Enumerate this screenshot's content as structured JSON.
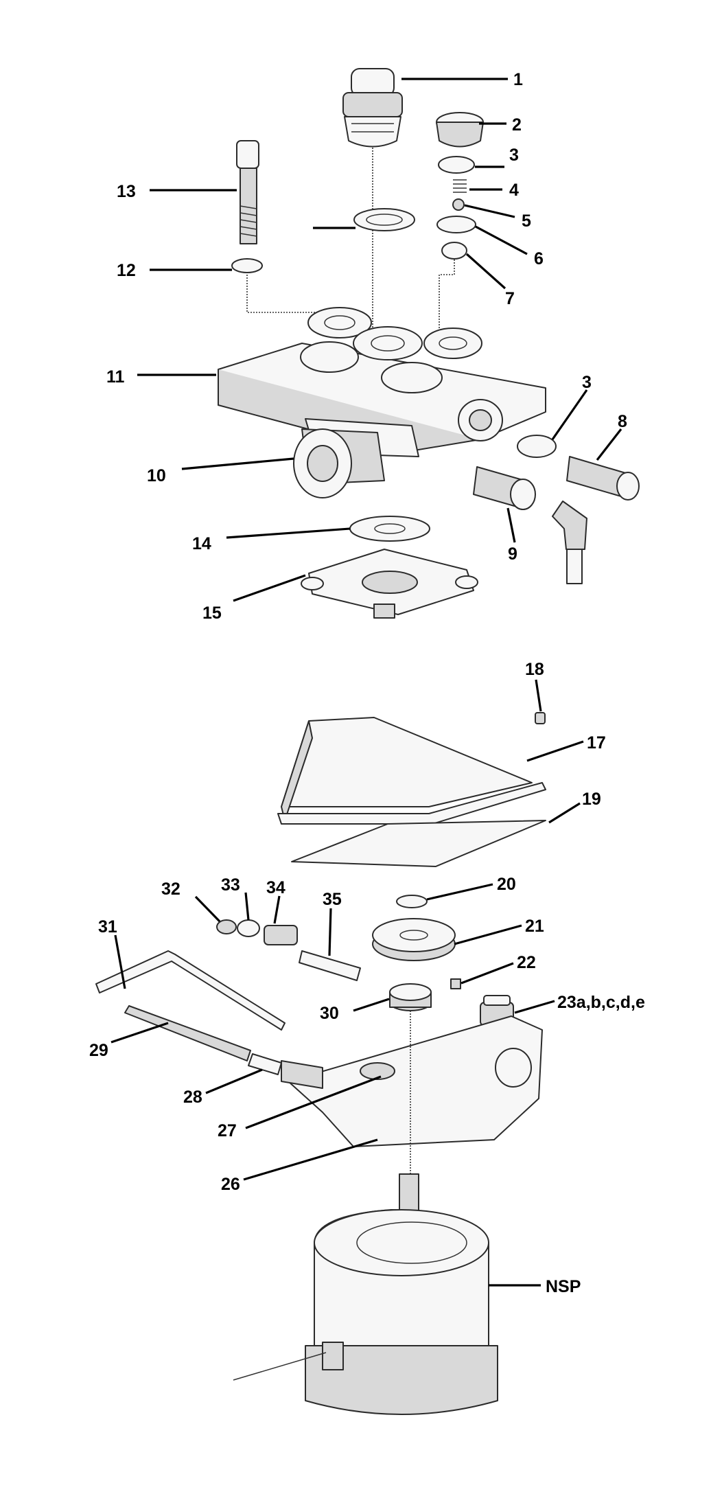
{
  "labels": {
    "p1": "1",
    "p2": "2",
    "p3a": "3",
    "p4": "4",
    "p5": "5",
    "p6": "6",
    "p7": "7",
    "p3b": "3",
    "p8": "8",
    "p9": "9",
    "p10": "10",
    "p11": "11",
    "p12": "12",
    "p13": "13",
    "p14": "14",
    "p15": "15",
    "p17": "17",
    "p18": "18",
    "p19": "19",
    "p20": "20",
    "p21": "21",
    "p22": "22",
    "p23": "23a,b,c,d,e",
    "p26": "26",
    "p27": "27",
    "p28": "28",
    "p29": "29",
    "p30": "30",
    "p31": "31",
    "p32": "32",
    "p33": "33",
    "p34": "34",
    "p35": "35",
    "nsp": "NSP"
  }
}
